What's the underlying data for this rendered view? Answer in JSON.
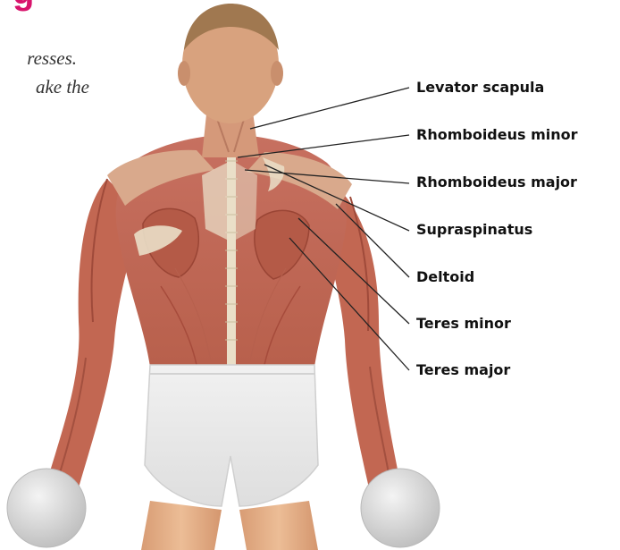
{
  "intro_text": {
    "heading_fragment": "g",
    "line1": "resses.",
    "line2": "ake the"
  },
  "labels": [
    "Levator scapula",
    "Rhomboideus minor",
    "Rhomboideus major",
    "Supraspinatus",
    "Deltoid",
    "Teres minor",
    "Teres major"
  ],
  "colors": {
    "skin": "#e8b38a",
    "muscle": "#c96a55",
    "muscle_dark": "#a64b3b",
    "tendon": "#eadfc8",
    "shorts": "#ebebeb",
    "dumbbell": "#dcdcdc",
    "hair": "#a07850",
    "heading_accent": "#d8146c"
  }
}
